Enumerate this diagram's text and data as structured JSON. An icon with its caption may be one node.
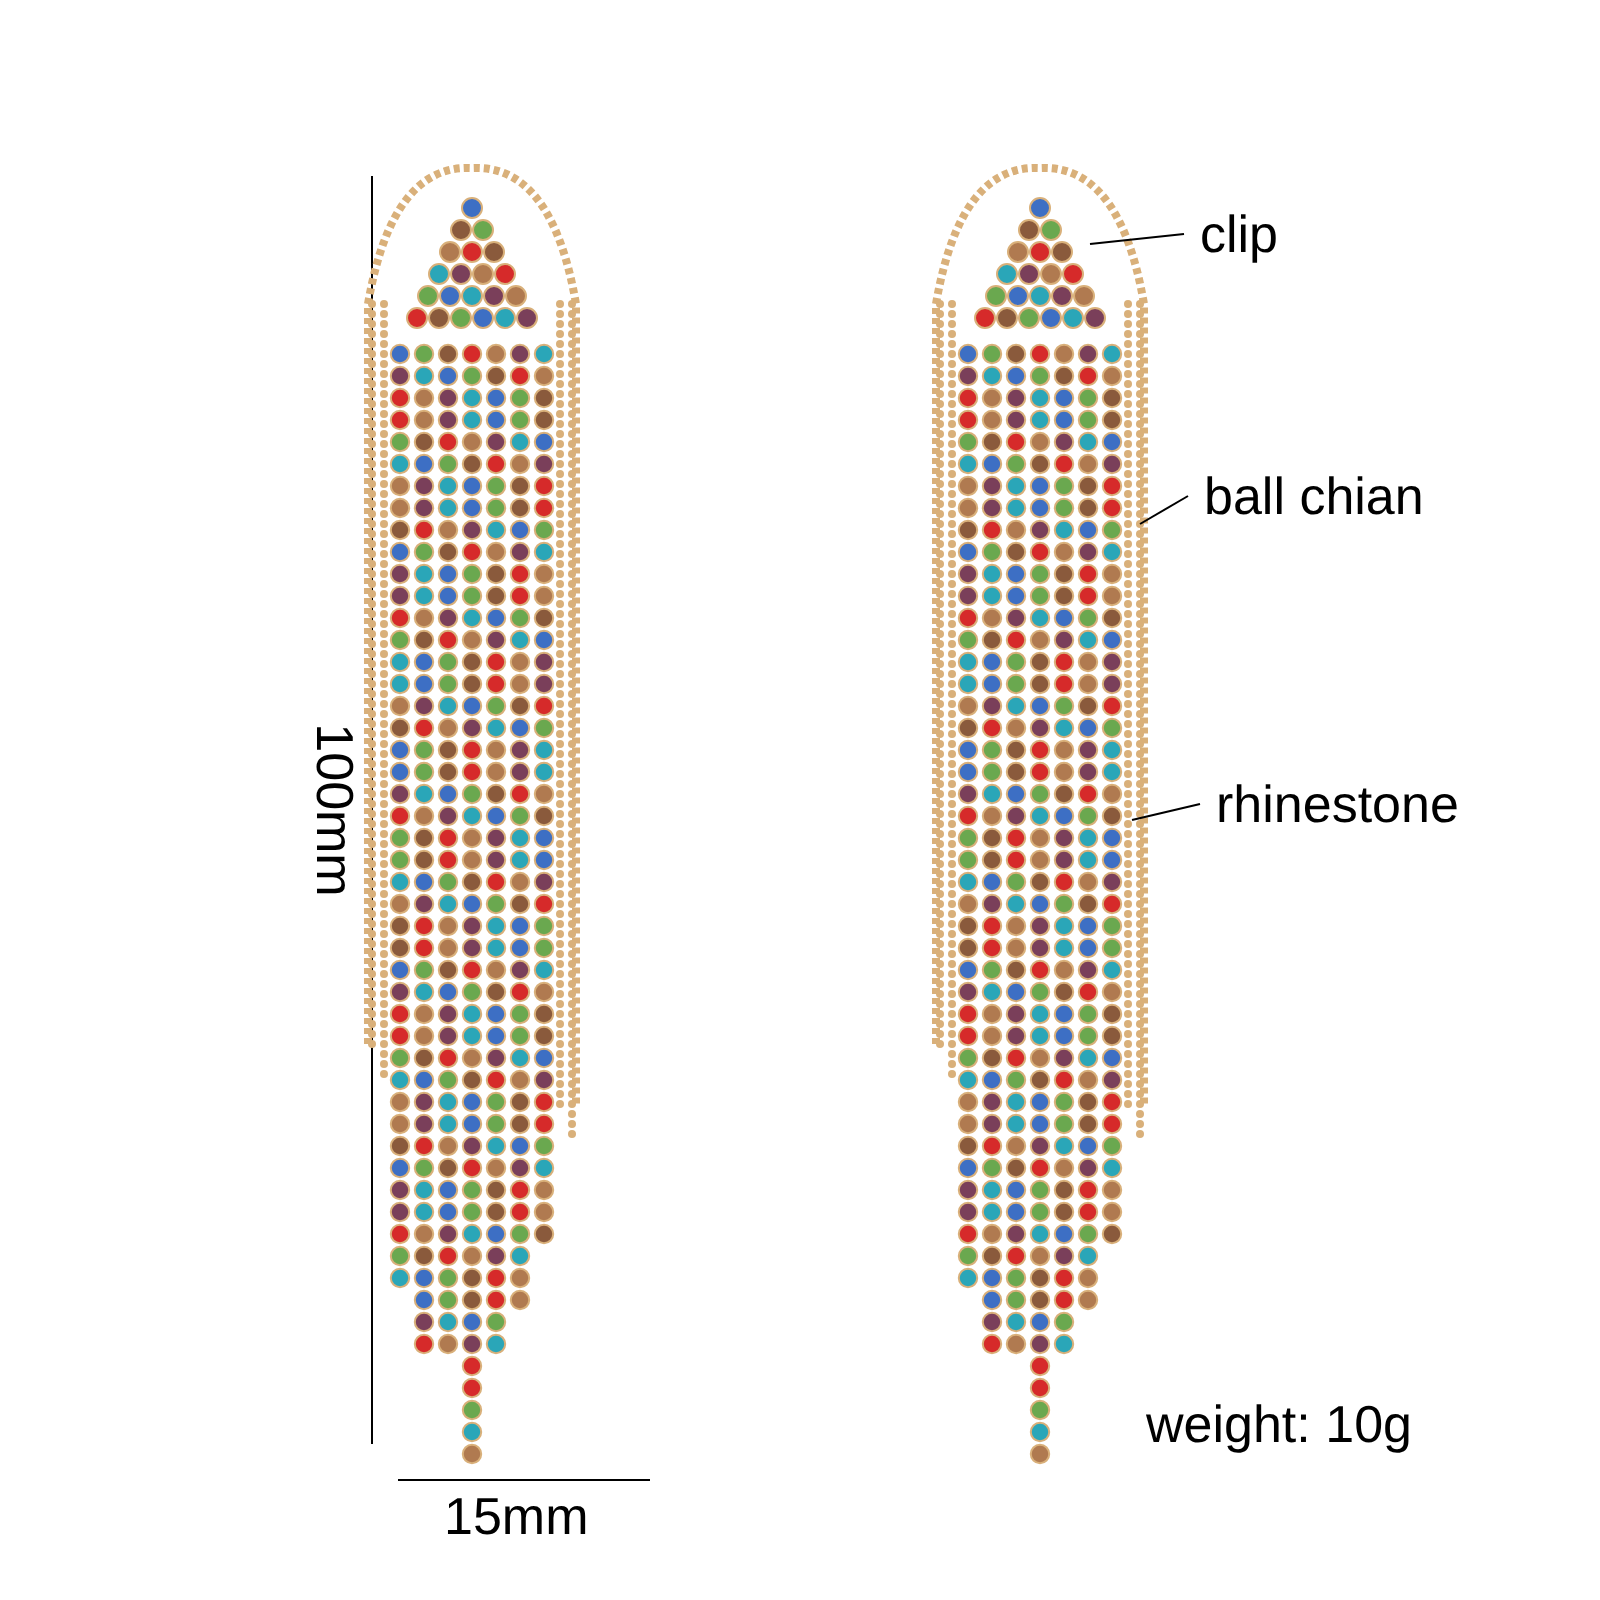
{
  "diagram": {
    "nodes": [
      {
        "text": [],
        "shape": "picture"
      },
      {
        "text": [],
        "shape": "picture"
      },
      {
        "text": [
          "clip"
        ]
      },
      {
        "text": [
          "ball chian"
        ]
      },
      {
        "text": [
          "rhinestone"
        ]
      }
    ],
    "edges": [
      {
        "from": 2,
        "to": 1,
        "arrow": "none"
      },
      {
        "from": 3,
        "to": 1,
        "arrow": "none"
      },
      {
        "from": 4,
        "to": 1,
        "arrow": "none"
      }
    ],
    "labels": [
      "100mm",
      "15mm",
      "weight: 10g"
    ]
  }
}
